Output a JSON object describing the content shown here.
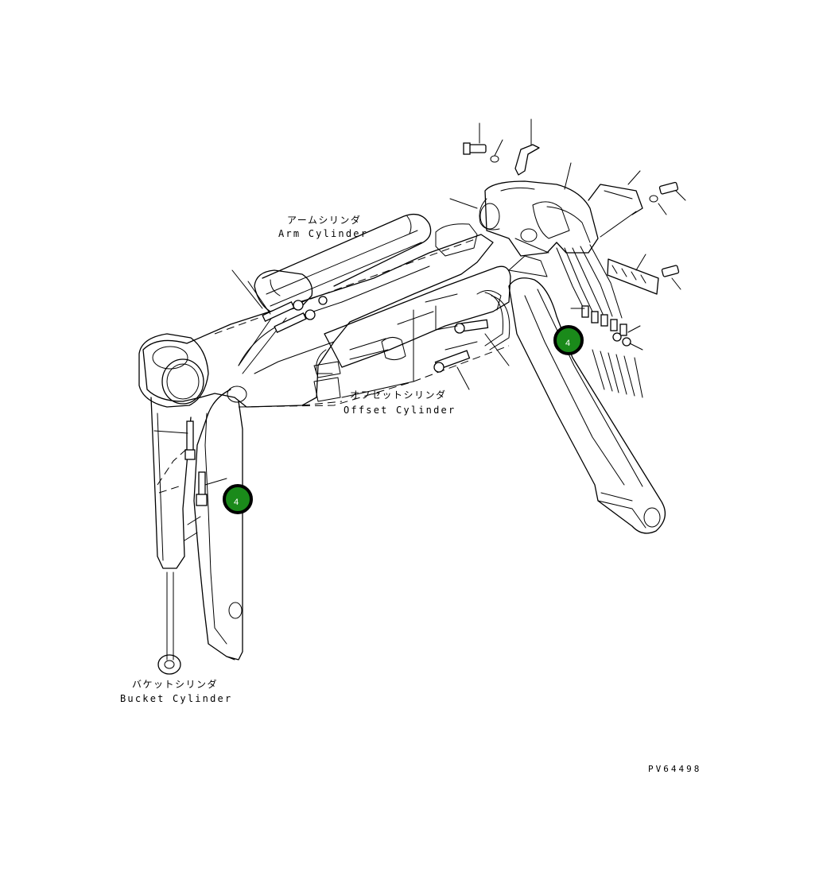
{
  "labels": {
    "arm_cylinder_jp": "アームシリンダ",
    "arm_cylinder_en": "Arm Cylinder",
    "offset_cylinder_jp": "オフセットシリンダ",
    "offset_cylinder_en": "Offset Cylinder",
    "bucket_cylinder_jp": "バケットシリンダ",
    "bucket_cylinder_en": "Bucket Cylinder"
  },
  "drawing_code": "PV64498",
  "callouts": [
    {
      "id": "callout-4-right",
      "text": "4"
    },
    {
      "id": "callout-4-left",
      "text": "4"
    }
  ],
  "colors": {
    "callout_fill": "#1a8a1a",
    "callout_border": "#000000",
    "line": "#000000",
    "background": "#ffffff"
  }
}
